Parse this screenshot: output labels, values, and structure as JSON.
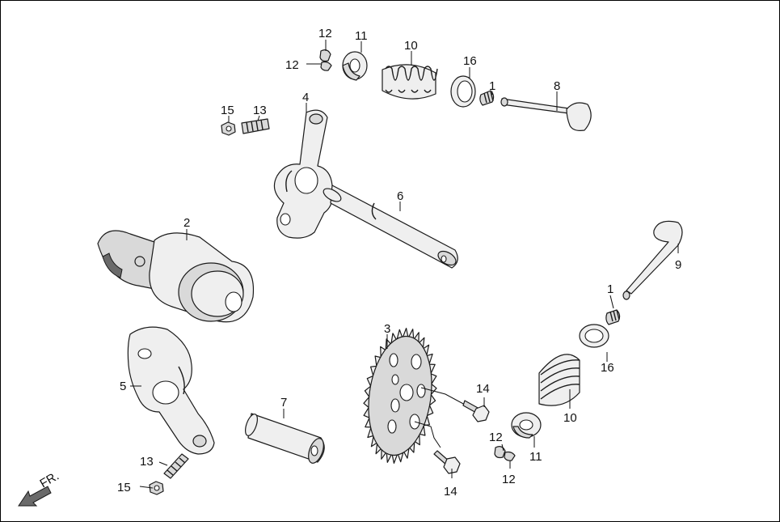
{
  "labels": {
    "l1a": "1",
    "l1b": "1",
    "l2": "2",
    "l3": "3",
    "l4": "4",
    "l5": "5",
    "l6": "6",
    "l7": "7",
    "l8": "8",
    "l9": "9",
    "l10a": "10",
    "l10b": "10",
    "l11a": "11",
    "l11b": "11",
    "l12a": "12",
    "l12b": "12",
    "l12c": "12",
    "l12d": "12",
    "l13a": "13",
    "l13b": "13",
    "l14a": "14",
    "l14b": "14",
    "l15a": "15",
    "l15b": "15",
    "l16a": "16",
    "l16b": "16"
  },
  "front_marker": "FR."
}
